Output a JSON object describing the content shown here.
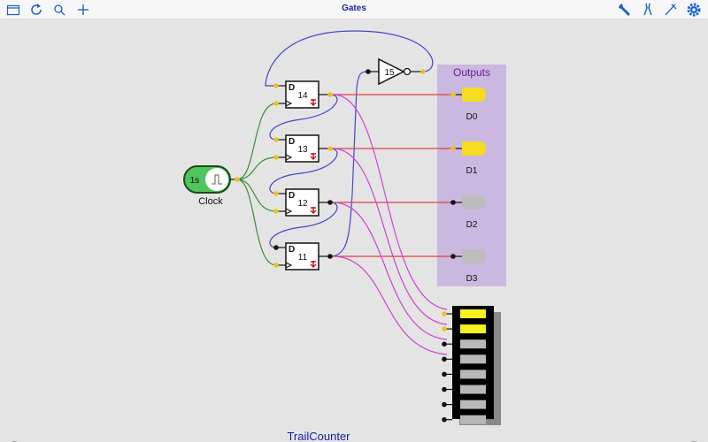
{
  "toolbar": {
    "title": "Gates",
    "left_icons": [
      "folder-icon",
      "refresh-icon",
      "search-icon",
      "plus-icon"
    ],
    "right_icons": [
      "wrench-icon",
      "pliers-icon",
      "probe-icon",
      "gear-icon"
    ]
  },
  "canvas": {
    "circuit_name": "TrailCounter",
    "clock": {
      "label": "Clock",
      "period": "1s"
    },
    "flip_flops": [
      {
        "id": "14",
        "input_label": "D"
      },
      {
        "id": "13",
        "input_label": "D"
      },
      {
        "id": "12",
        "input_label": "D"
      },
      {
        "id": "11",
        "input_label": "D"
      }
    ],
    "inverter": {
      "id": "15"
    },
    "outputs_panel": {
      "title": "Outputs",
      "leds": [
        {
          "label": "D0",
          "state": "on"
        },
        {
          "label": "D1",
          "state": "on"
        },
        {
          "label": "D2",
          "state": "off"
        },
        {
          "label": "D3",
          "state": "off"
        }
      ]
    },
    "bar_display": {
      "segments": [
        "on",
        "on",
        "off",
        "off",
        "off",
        "off",
        "off",
        "off"
      ]
    }
  },
  "colors": {
    "wire_clock": "#3a8a3a",
    "wire_feedback": "#4444cc",
    "wire_output": "#e04040",
    "wire_display": "#d040d0",
    "pin_high": "#f0c020",
    "pin_low": "#111111",
    "led_on": "#f5dc20",
    "led_off": "#bcbcbc",
    "outputs_panel": "#cbb8e0",
    "accent": "#1a5fd0"
  }
}
